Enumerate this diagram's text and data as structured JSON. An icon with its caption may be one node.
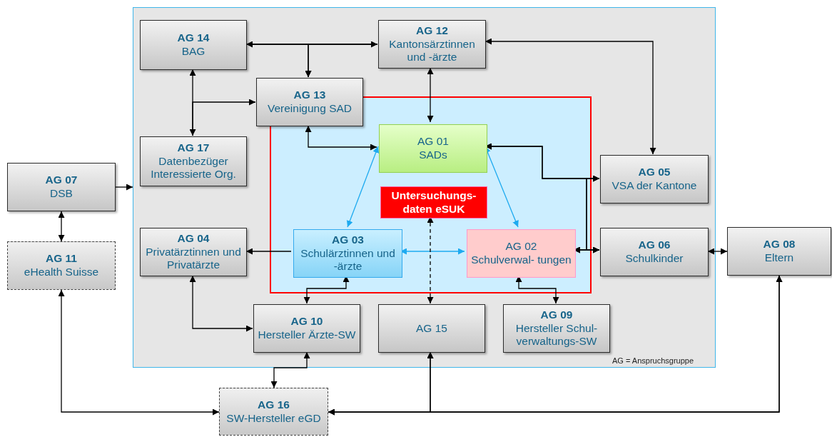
{
  "diagram": {
    "nodes": [
      {
        "text": [],
        "shape": "box"
      },
      {
        "text": [
          "AG 14",
          "BAG"
        ],
        "in": 0
      },
      {
        "text": [
          "AG 12",
          "Kantonsärztinnen und -ärzte"
        ],
        "in": 0
      },
      {
        "text": [
          "AG 13",
          "Vereinigung SAD"
        ],
        "in": 0
      },
      {
        "text": [],
        "shape": "box",
        "in": 0
      },
      {
        "text": [
          "AG 01",
          "SADs"
        ],
        "in": 4
      },
      {
        "text": [
          "AG 17",
          "Datenbezüger Interessierte Org."
        ],
        "in": 0
      },
      {
        "text": [
          "AG 05",
          "VSA der Kantone"
        ],
        "in": 0
      },
      {
        "text": [
          "AG 07",
          "DSB"
        ]
      },
      {
        "text": [
          "Untersuchungs- daten eSUK"
        ],
        "in": 4
      },
      {
        "text": [
          "AG 04",
          "Privatärztinnen und Privatärzte"
        ],
        "in": 0
      },
      {
        "text": [
          "AG 03",
          "Schulärztinnen und -ärzte"
        ],
        "in": 4
      },
      {
        "text": [
          "AG 02",
          "Schulverwal- tungen"
        ],
        "in": 4
      },
      {
        "text": [
          "AG 06",
          "Schulkinder"
        ],
        "in": 0
      },
      {
        "text": [
          "AG 08",
          "Eltern"
        ]
      },
      {
        "text": [
          "AG 11",
          "eHealth Suisse"
        ]
      },
      {
        "text": [
          "AG 10",
          "Hersteller Ärzte-SW"
        ],
        "in": 0
      },
      {
        "text": [
          "AG 15"
        ],
        "in": 0
      },
      {
        "text": [
          "AG 09",
          "Hersteller Schul- verwaltungs-SW"
        ],
        "in": 0
      },
      {
        "text": [
          "AG 16",
          "SW-Hersteller eGD"
        ]
      }
    ],
    "edges": [
      {
        "from": 1,
        "to": 2,
        "arrow": "both"
      },
      {
        "from": 1,
        "to": 3,
        "arrow": "to"
      },
      {
        "from": 2,
        "to": 3,
        "arrow": "to"
      },
      {
        "from": 1,
        "to": 6,
        "arrow": "both"
      },
      {
        "from": 6,
        "to": 3,
        "arrow": "to"
      },
      {
        "from": 2,
        "to": 5,
        "arrow": "both"
      },
      {
        "from": 2,
        "to": 7,
        "arrow": "both"
      },
      {
        "from": 3,
        "to": 5,
        "arrow": "both"
      },
      {
        "from": 5,
        "to": 7,
        "arrow": "both"
      },
      {
        "from": 5,
        "to": 13,
        "arrow": "both"
      },
      {
        "from": 12,
        "to": 7,
        "arrow": "both"
      },
      {
        "from": 12,
        "to": 13,
        "arrow": "both"
      },
      {
        "from": 5,
        "to": 11,
        "arrow": "both",
        "color": "#1eaaf0"
      },
      {
        "from": 5,
        "to": 12,
        "arrow": "both",
        "color": "#1eaaf0"
      },
      {
        "from": 11,
        "to": 12,
        "arrow": "both",
        "color": "#1eaaf0"
      },
      {
        "from": 11,
        "to": 10,
        "arrow": "to"
      },
      {
        "from": 11,
        "to": 16,
        "arrow": "both"
      },
      {
        "from": 10,
        "to": 16,
        "arrow": "both"
      },
      {
        "from": 12,
        "to": 18,
        "arrow": "both"
      },
      {
        "from": 9,
        "to": 17,
        "arrow": "both",
        "style": "dashed"
      },
      {
        "from": 13,
        "to": 14,
        "arrow": "both"
      },
      {
        "from": 8,
        "to": 0,
        "arrow": "to"
      },
      {
        "from": 8,
        "to": 15,
        "arrow": "both"
      },
      {
        "from": 15,
        "to": 19,
        "arrow": "both"
      },
      {
        "from": 16,
        "to": 19,
        "arrow": "both"
      },
      {
        "from": 17,
        "to": 19,
        "arrow": "both"
      },
      {
        "from": 14,
        "to": 19,
        "arrow": "both"
      },
      {
        "from": 14,
        "to": 17,
        "arrow": "both"
      }
    ],
    "labels": [
      "AG = Anspruchsgruppe"
    ]
  }
}
